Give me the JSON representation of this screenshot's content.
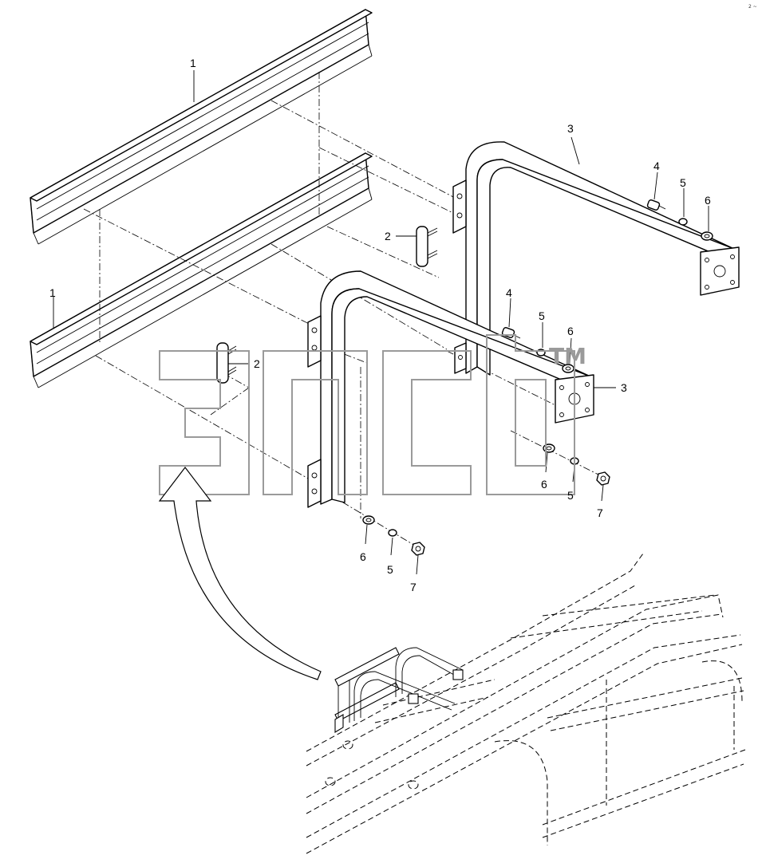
{
  "callouts": [
    {
      "id": "c1",
      "text": "1"
    },
    {
      "id": "c2",
      "text": "1"
    },
    {
      "id": "c3",
      "text": "2"
    },
    {
      "id": "c4",
      "text": "2"
    },
    {
      "id": "c5",
      "text": "3"
    },
    {
      "id": "c6",
      "text": "3"
    },
    {
      "id": "c7",
      "text": "4"
    },
    {
      "id": "c8",
      "text": "4"
    },
    {
      "id": "c9",
      "text": "5"
    },
    {
      "id": "c10",
      "text": "5"
    },
    {
      "id": "c11",
      "text": "5"
    },
    {
      "id": "c12",
      "text": "5"
    },
    {
      "id": "c13",
      "text": "6"
    },
    {
      "id": "c14",
      "text": "6"
    },
    {
      "id": "c15",
      "text": "6"
    },
    {
      "id": "c16",
      "text": "6"
    },
    {
      "id": "c17",
      "text": "7"
    },
    {
      "id": "c18",
      "text": "7"
    }
  ],
  "watermark": {
    "trademark": "TM"
  },
  "corner_mark": "2 ~"
}
